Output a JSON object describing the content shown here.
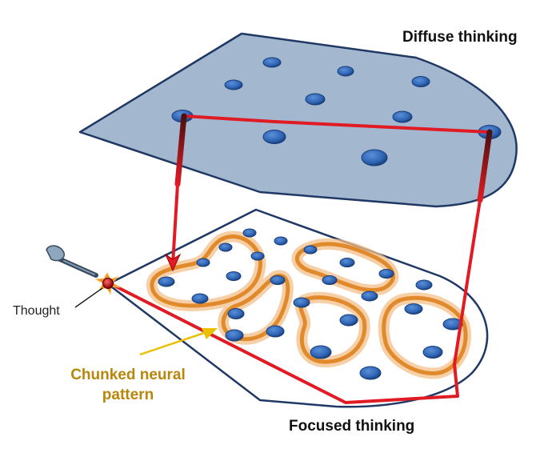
{
  "labels": {
    "diffuse": "Diffuse thinking",
    "focused": "Focused thinking",
    "thought": "Thought",
    "chunked_line1": "Chunked neural",
    "chunked_line2": "pattern"
  },
  "colors": {
    "diffuse_plane_fill": "#a3b8cf",
    "plane_border": "#1f3864",
    "focused_plane_fill": "#ffffff",
    "neuron": "#2e64b4",
    "path": "#e01b24",
    "chunk_glow": "#e08a2c",
    "arrow_label": "#e8c000",
    "chunk_text": "#b8860b"
  },
  "icons": [
    "pinball-plunger-icon",
    "spark-icon"
  ]
}
